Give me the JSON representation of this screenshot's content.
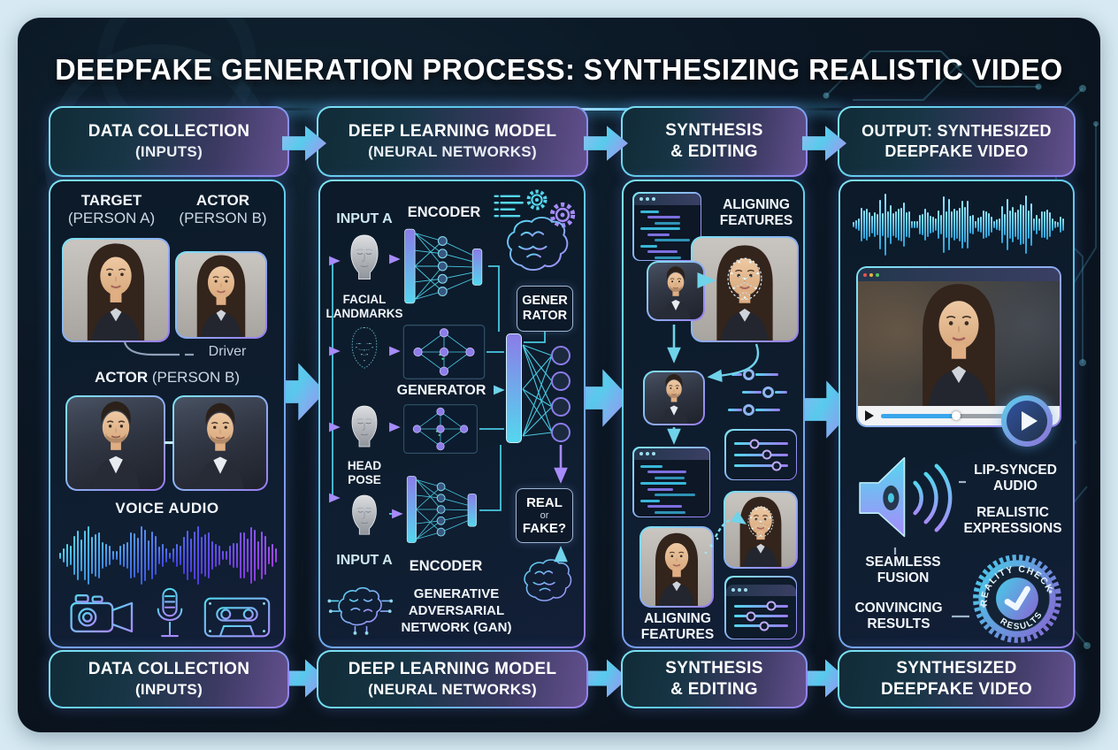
{
  "title": "DEEPFAKE GENERATION PROCESS: SYNTHESIZING REALISTIC VIDEO",
  "colors": {
    "accent_cyan": "#54d7ee",
    "accent_purple": "#a78bfa",
    "canvas_bg": "#0b1622",
    "page_bg": "#d7eaf3"
  },
  "columns": {
    "c1": {
      "header_line1": "DATA COLLECTION",
      "header_line2": "(INPUTS)",
      "target_title": "TARGET",
      "target_sub": "(PERSON A)",
      "actor_title": "ACTOR",
      "actor_sub": "(PERSON B)",
      "driver_label": "Driver",
      "actor_row_title": "ACTOR",
      "actor_row_sub": "(PERSON B)",
      "voice_audio_label": "VOICE AUDIO",
      "footer_line1": "DATA COLLECTION",
      "footer_line2": "(INPUTS)"
    },
    "c2": {
      "header_line1": "DEEP LEARNING MODEL",
      "header_line2": "(NEURAL NETWORKS)",
      "input_a_top": "INPUT A",
      "encoder_top": "ENCODER",
      "facial_landmarks": "FACIAL LANDMARKS",
      "generator_box_line1": "GENER",
      "generator_box_line2": "RATOR",
      "generator_label": "GENERATOR",
      "head_pose": "HEAD POSE",
      "input_a_bottom": "INPUT A",
      "encoder_bottom": "ENCODER",
      "real_fake_line1": "REAL",
      "real_fake_line2": "or",
      "real_fake_line3": "FAKE?",
      "gan_label": "GENERATIVE ADVERSARIAL NETWORK (GAN)",
      "footer_line1": "DEEP LEARNING MODEL",
      "footer_line2": "(NEURAL NETWORKS)"
    },
    "c3": {
      "header_line1": "SYNTHESIS",
      "header_line2": "& EDITING",
      "aligning_top": "ALIGNING FEATURES",
      "aligning_bottom": "ALIGNING FEATURES",
      "footer_line1": "SYNTHESIS",
      "footer_line2": "& EDITING"
    },
    "c4": {
      "header_line1": "OUTPUT: SYNTHESIZED",
      "header_line2": "DEEPFAKE VIDEO",
      "lip_synced": "LIP-SYNCED AUDIO",
      "realistic": "REALISTIC EXPRESSIONS",
      "seamless": "SEAMLESS FUSION",
      "convincing": "CONVINCING RESULTS",
      "badge_arc_top": "REALITY CHECK",
      "badge_arc_bottom": "RESULTS",
      "footer_line1": "SYNTHESIZED",
      "footer_line2": "DEEPFAKE VIDEO"
    }
  }
}
